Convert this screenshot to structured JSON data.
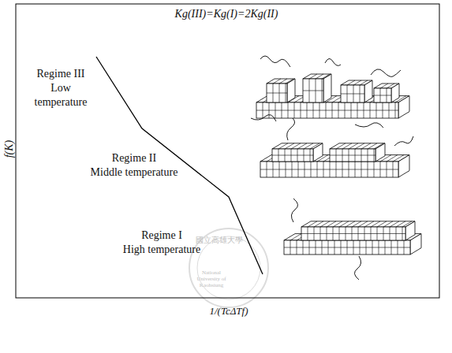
{
  "diagram": {
    "title": "Kg(III)=Kg(I)=2Kg(II)",
    "labels": [
      "Regime III",
      "Low temperature",
      "Regime II",
      "Middle temperature",
      "Regime I",
      "High temperature",
      "f(K)",
      "1/(TcΔTf)",
      "國立高雄大學",
      "National University of Kaohsiung"
    ]
  }
}
